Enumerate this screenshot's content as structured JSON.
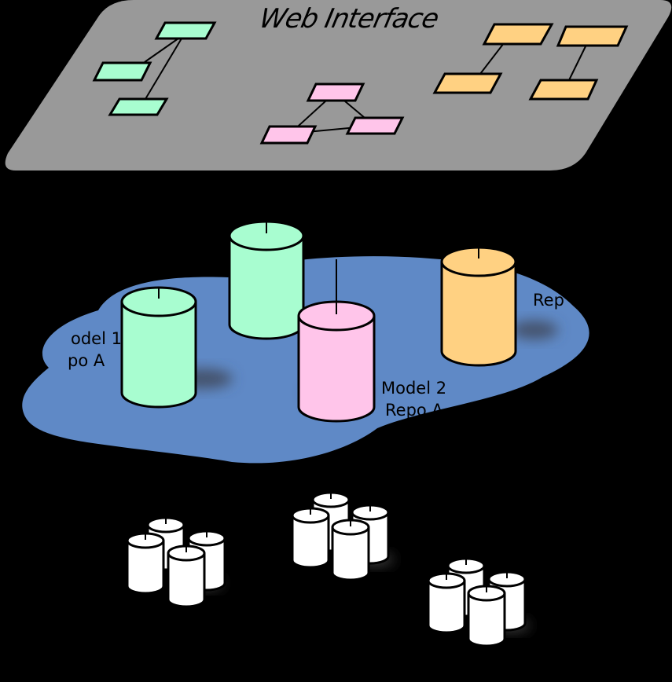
{
  "web_interface": {
    "title": "Web Interface"
  },
  "repo_labels": {
    "model_1": [
      "odel 1",
      "po A"
    ],
    "model_2": [
      "Model 2",
      "Repo A"
    ],
    "model_3": [
      "Rep"
    ]
  },
  "colors": {
    "background": "#000000",
    "panel": "#999999",
    "cloud": "#5f89c6",
    "model_1": "#a8fdd0",
    "model_2": "#ffc5ea",
    "model_3": "#ffd182",
    "storage": "#ffffff"
  }
}
